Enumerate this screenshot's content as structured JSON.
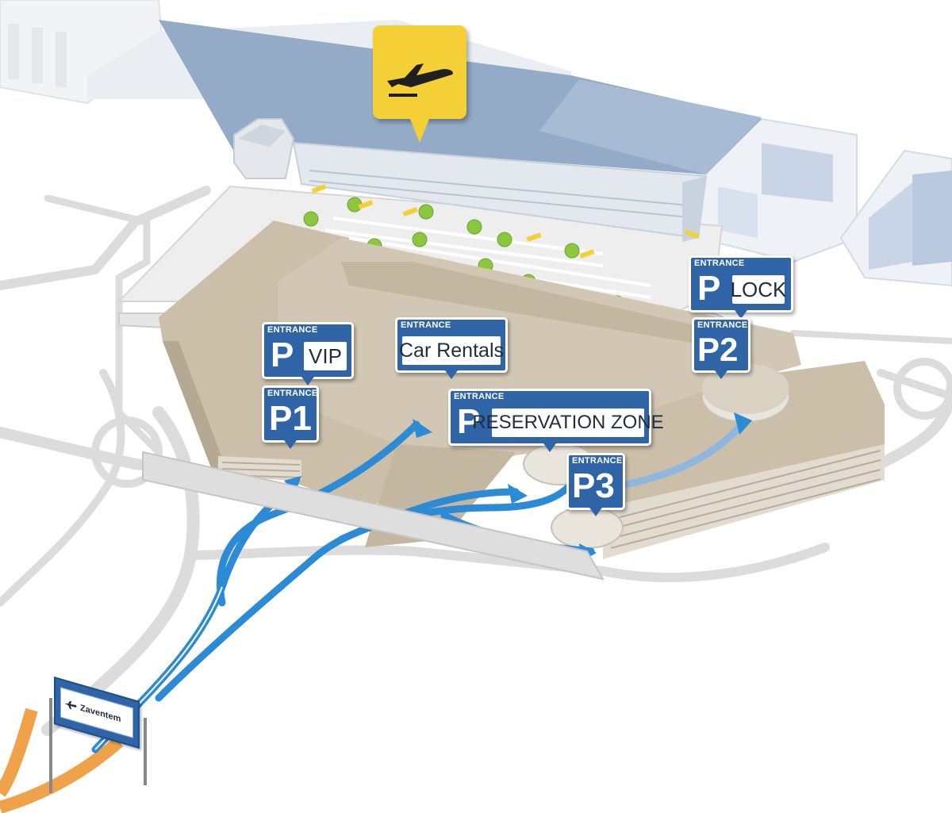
{
  "colors": {
    "pin_blue": "#2f64a6",
    "route_blue": "#2d8ad4",
    "terminal_blue": "#93abc7",
    "garage_beige": "#cbbfaa",
    "road_grey": "#dcdcdc",
    "tree_green": "#8cc63f",
    "plane_yellow": "#f4cf35",
    "highway_orange": "#f0a24a"
  },
  "icons": {
    "terminal": "airplane-departure-icon",
    "road_sign": "airplane-icon"
  },
  "pins": {
    "lock": {
      "entrance": "ENTRANCE",
      "letter": "P",
      "label": "LOCK"
    },
    "p2": {
      "entrance": "ENTRANCE",
      "letter": "P2"
    },
    "vip": {
      "entrance": "ENTRANCE",
      "letter": "P",
      "label": "VIP"
    },
    "p1": {
      "entrance": "ENTRANCE",
      "letter": "P1"
    },
    "car_rentals": {
      "entrance": "ENTRANCE",
      "label": "Car Rentals"
    },
    "reservation": {
      "entrance": "ENTRANCE",
      "letter": "P",
      "label": "RESERVATION ZONE"
    },
    "p3": {
      "entrance": "ENTRANCE",
      "letter": "P3"
    }
  },
  "road_sign": {
    "destination": "Zaventem"
  }
}
